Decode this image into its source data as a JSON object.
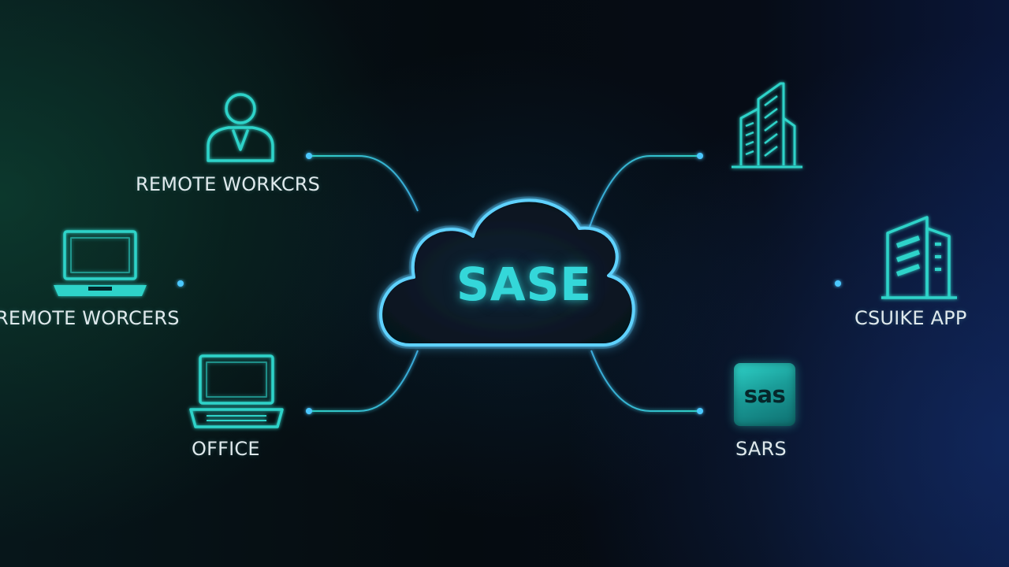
{
  "center": {
    "label": "SASE"
  },
  "nodes": {
    "remote_workers_top": {
      "label": "REMOTE WORKCRS",
      "icon": "person-icon"
    },
    "remote_workers_mid": {
      "label": "REMOTE WORCERS",
      "icon": "laptop-icon"
    },
    "office": {
      "label": "OFFICE",
      "icon": "laptop-icon"
    },
    "building_top": {
      "icon": "building-icon"
    },
    "cloud_app": {
      "label": "CSUIKE APP",
      "icon": "office-building-icon"
    },
    "saas": {
      "label": "SARS",
      "icon": "saas-tile-icon",
      "tile_text": "sas"
    }
  },
  "colors": {
    "accent_teal": "#2fd3c9",
    "glow_blue": "#4cc8ff",
    "background": "#050b10"
  }
}
